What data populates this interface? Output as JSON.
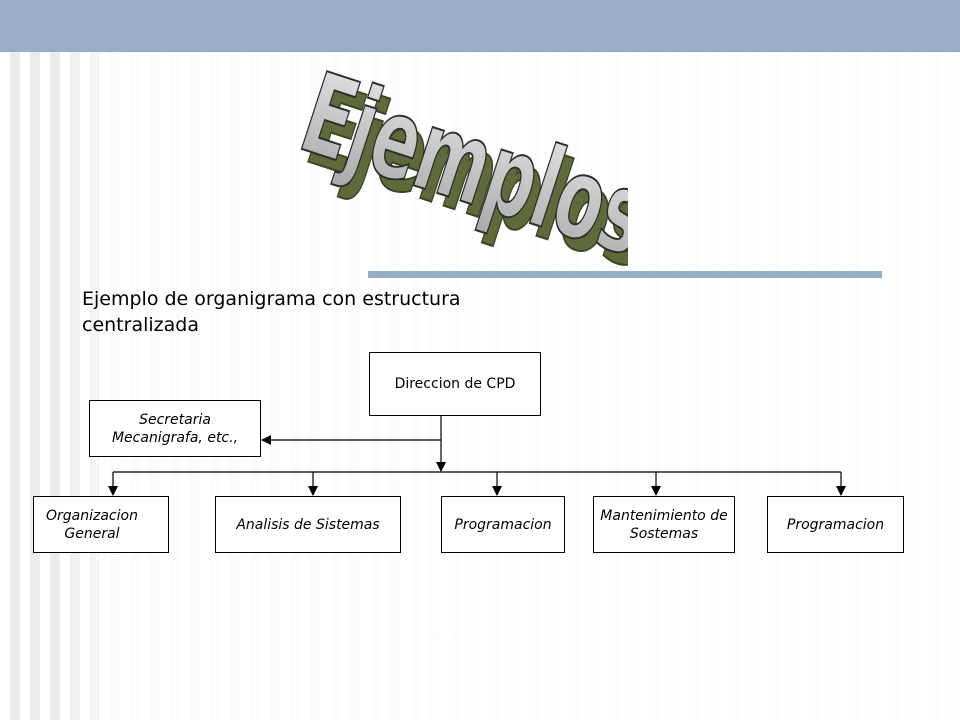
{
  "slide": {
    "title": "Ejemplos",
    "subtitle": "Ejemplo de organigrama con estructura centralizada"
  },
  "colors": {
    "top_bar": "#98aec8",
    "accent_line": "#98aec8",
    "wordart_face": "#c6c6c6",
    "wordart_side": "#5e6a3a"
  },
  "org_chart": {
    "root": "Direccion de CPD",
    "staff": "Secretaria\nMecanigrafa, etc.,",
    "departments": [
      "Organizacion\nGeneral",
      "Analisis de Sistemas",
      "Programacion",
      "Mantenimiento de\nSostemas",
      "Programacion"
    ]
  }
}
